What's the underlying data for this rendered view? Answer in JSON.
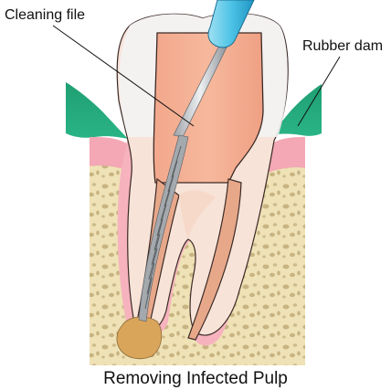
{
  "labels": {
    "cleaning_file": "Cleaning file",
    "rubber_dam": "Rubber dam"
  },
  "caption": "Removing Infected Pulp",
  "colors": {
    "bone": "#efe2b6",
    "bone_pores": "#c8b482",
    "gum": "#21a77a",
    "gum_pink": "#f4a7b4",
    "crown": "#f3f2f4",
    "pulp": "#f0a084",
    "canal": "#e7a88a",
    "instrument_tip": "#63c9e6",
    "file_metal": "#b9bec4",
    "infection": "#d9a55b"
  }
}
